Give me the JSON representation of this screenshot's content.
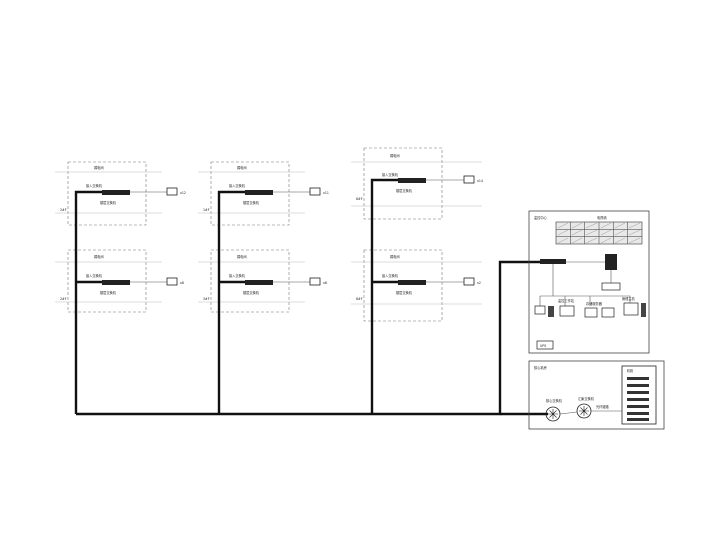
{
  "drawing": {
    "floor_labels": [
      "2#F",
      "1#F",
      "8#F",
      "2#F",
      "3#F",
      "8#F"
    ],
    "cabinet_title": "弱电间",
    "switch_label": "接入交换机",
    "switch_sublabel": "楼层交换机",
    "device_tags": [
      "x12",
      "x11",
      "x14",
      "x8",
      "x8",
      "x2"
    ],
    "control_room": {
      "title": "监控中心",
      "ups_label": "UPS",
      "wall_label": "电视墙",
      "workstations": [
        "监控工作站",
        "存储服务器",
        "管理主机"
      ]
    },
    "core_room": {
      "title": "核心机房",
      "rack_label": "机柜",
      "node_labels": [
        "核心交换机",
        "汇聚交换机"
      ],
      "link_label": "光纤链路"
    }
  }
}
